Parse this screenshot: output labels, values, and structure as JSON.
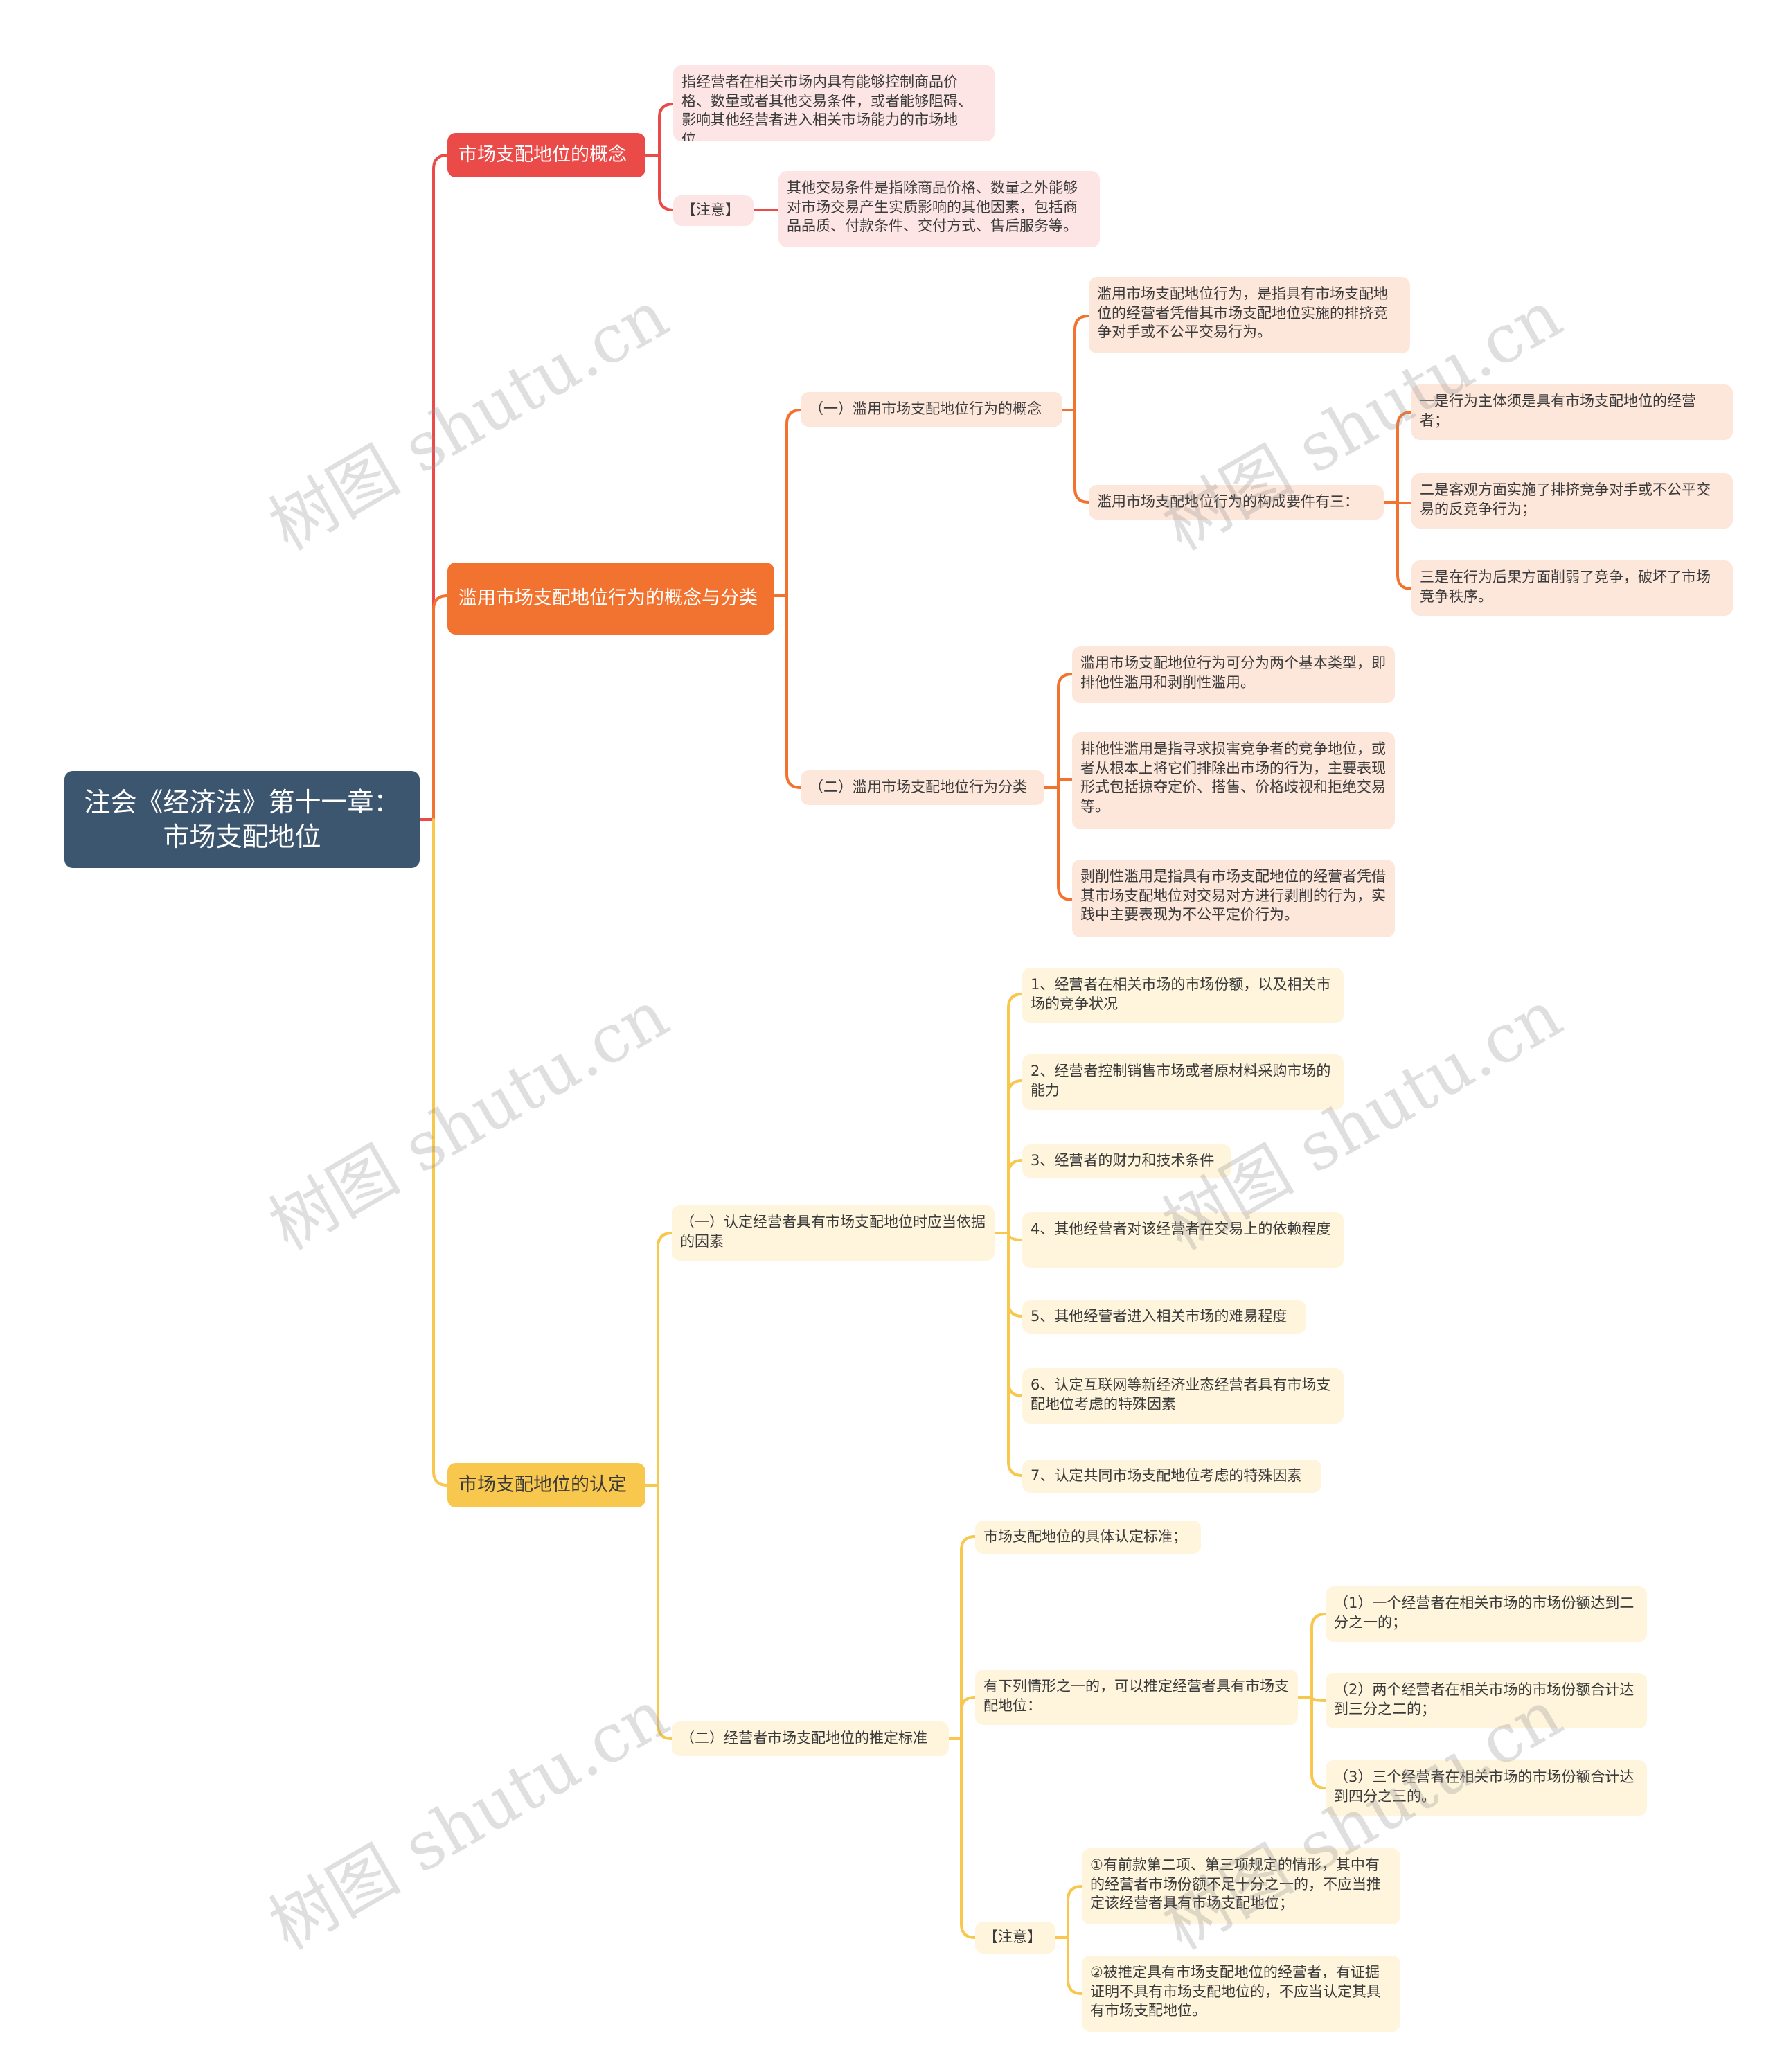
{
  "root": "注会《经济法》第十一章：市场支配地位",
  "branches": {
    "concept": {
      "title": "市场支配地位的概念",
      "definition": "指经营者在相关市场内具有能够控制商品价格、数量或者其他交易条件，或者能够阻碍、影响其他经营者进入相关市场能力的市场地位。",
      "note_label": "【注意】",
      "note_text": "其他交易条件是指除商品价格、数量之外能够对市场交易产生实质影响的其他因素，包括商品品质、付款条件、交付方式、售后服务等。"
    },
    "abuse": {
      "title": "滥用市场支配地位行为的概念与分类",
      "concept": {
        "label": "（一）滥用市场支配地位行为的概念",
        "definition": "滥用市场支配地位行为，是指具有市场支配地位的经营者凭借其市场支配地位实施的排挤竞争对手或不公平交易行为。",
        "elements_label": "滥用市场支配地位行为的构成要件有三：",
        "elements": [
          "一是行为主体须是具有市场支配地位的经营者；",
          "二是客观方面实施了排挤竞争对手或不公平交易的反竞争行为；",
          "三是在行为后果方面削弱了竞争，破坏了市场竞争秩序。"
        ]
      },
      "types": {
        "label": "（二）滥用市场支配地位行为分类",
        "items": [
          "滥用市场支配地位行为可分为两个基本类型，即排他性滥用和剥削性滥用。",
          "排他性滥用是指寻求损害竞争者的竞争地位，或者从根本上将它们排除出市场的行为，主要表现形式包括掠夺定价、搭售、价格歧视和拒绝交易等。",
          "剥削性滥用是指具有市场支配地位的经营者凭借其市场支配地位对交易对方进行剥削的行为，实践中主要表现为不公平定价行为。"
        ]
      }
    },
    "determine": {
      "title": "市场支配地位的认定",
      "factors": {
        "label": "（一）认定经营者具有市场支配地位时应当依据的因素",
        "items": [
          "1、经营者在相关市场的市场份额，以及相关市场的竞争状况",
          "2、经营者控制销售市场或者原材料采购市场的能力",
          "3、经营者的财力和技术条件",
          "4、其他经营者对该经营者在交易上的依赖程度",
          "5、其他经营者进入相关市场的难易程度",
          "6、认定互联网等新经济业态经营者具有市场支配地位考虑的特殊因素",
          "7、认定共同市场支配地位考虑的特殊因素"
        ]
      },
      "presume": {
        "label": "（二）经营者市场支配地位的推定标准",
        "standard": "市场支配地位的具体认定标准；",
        "cases_label": "有下列情形之一的，可以推定经营者具有市场支配地位：",
        "cases": [
          "（1）一个经营者在相关市场的市场份额达到二分之一的；",
          "（2）两个经营者在相关市场的市场份额合计达到三分之二的；",
          "（3）三个经营者在相关市场的市场份额合计达到四分之三的。"
        ],
        "note_label": "【注意】",
        "notes": [
          "①有前款第二项、第三项规定的情形，其中有的经营者市场份额不足十分之一的，不应当推定该经营者具有市场支配地位；",
          "②被推定具有市场支配地位的经营者，有证据证明不具有市场支配地位的，不应当认定其具有市场支配地位。"
        ]
      }
    }
  },
  "watermark": "树图 shutu.cn",
  "colors": {
    "root": "#3d5670",
    "red": "#ea4a48",
    "orange": "#f27330",
    "yellow": "#f8c74e"
  }
}
